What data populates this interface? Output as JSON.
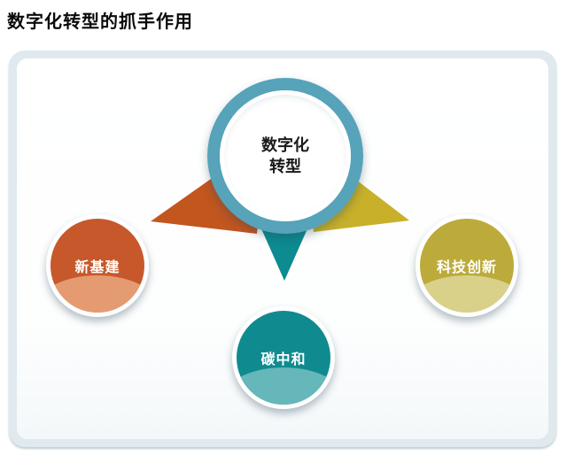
{
  "title": "数字化转型的抓手作用",
  "diagram": {
    "center": {
      "line1": "数字化",
      "line2": "转型",
      "ring_color": "#56a3ba"
    },
    "nodes": [
      {
        "label": "新基建",
        "color": "#c7582b",
        "light_color": "#eeb18a",
        "arrow_color": "#c2561f"
      },
      {
        "label": "科技创新",
        "color": "#bcab3a",
        "light_color": "#e3dca6",
        "arrow_color": "#c8b02a"
      },
      {
        "label": "碳中和",
        "color": "#0f8b90",
        "light_color": "#84c6c8",
        "arrow_color": "#0c8b90"
      }
    ]
  }
}
